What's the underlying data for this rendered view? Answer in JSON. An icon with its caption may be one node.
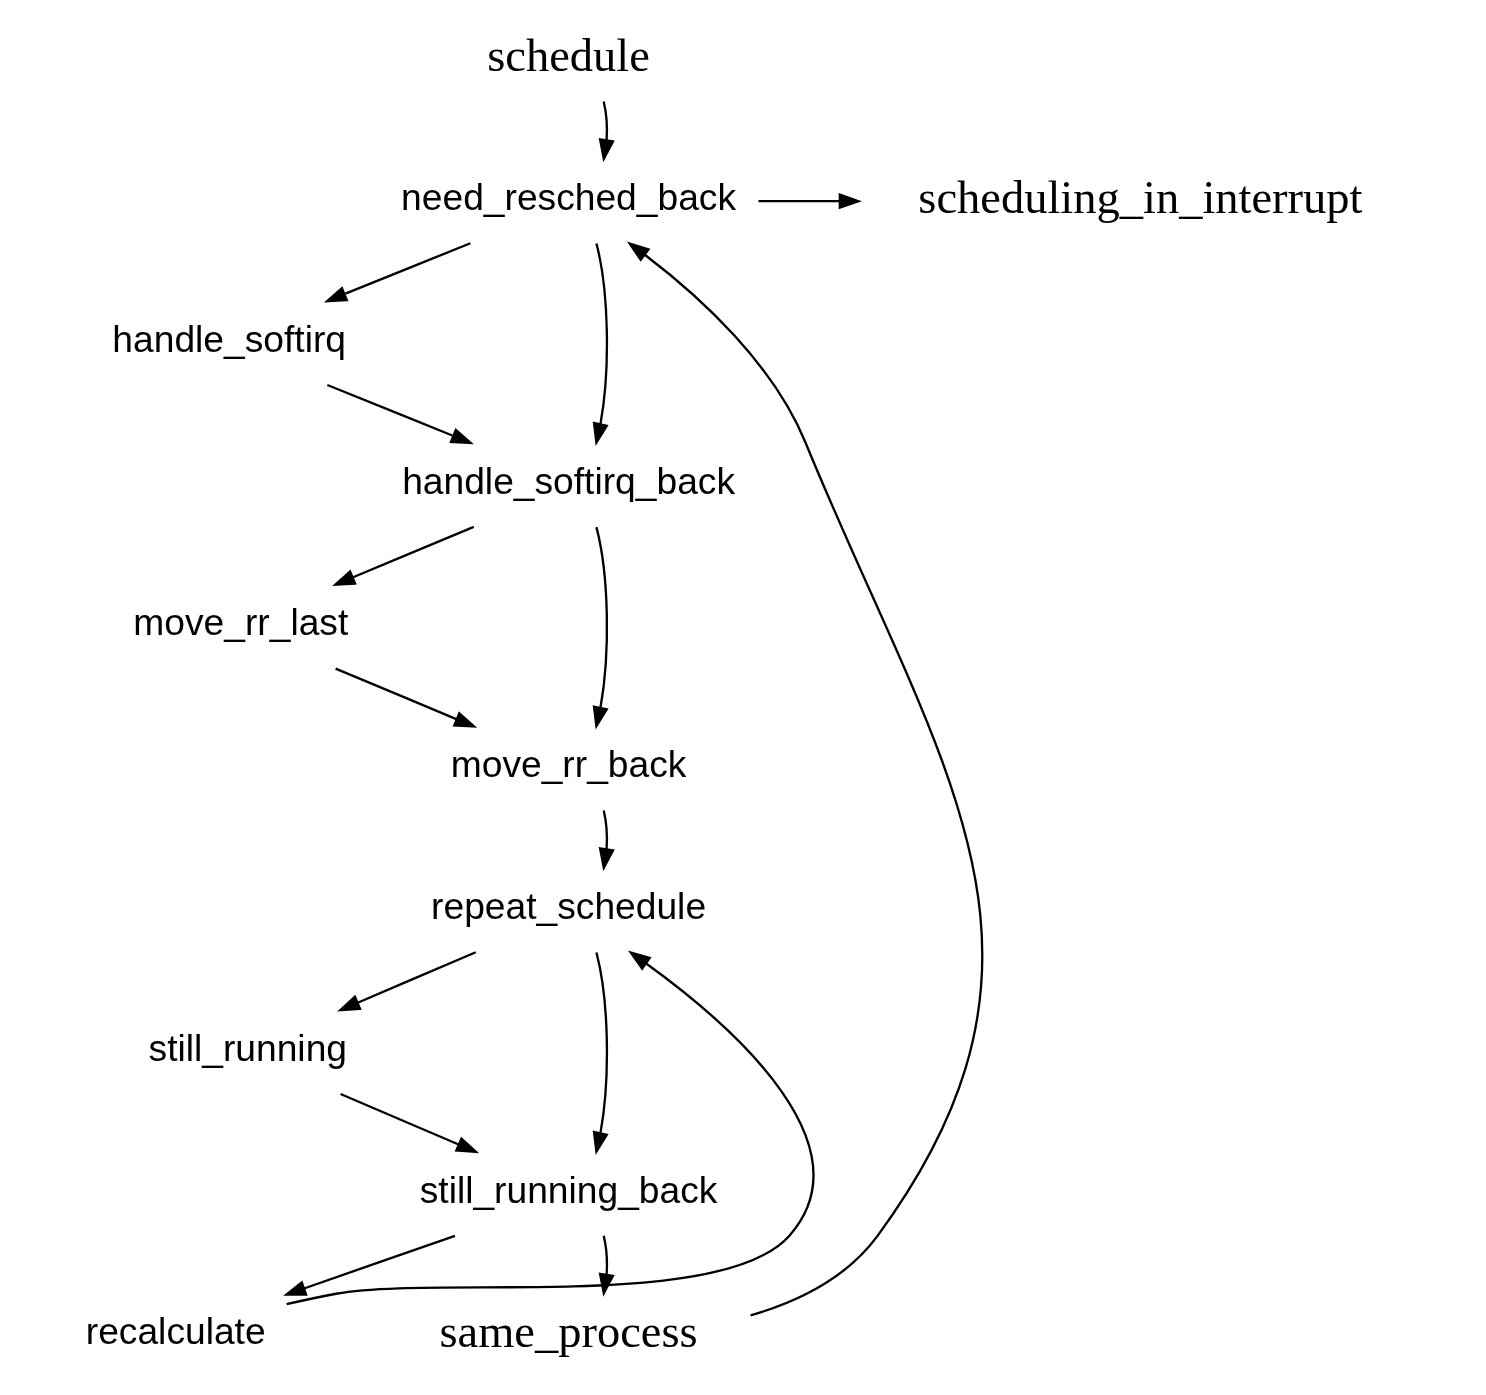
{
  "diagram": {
    "nodes": [
      {
        "text": [
          "schedule"
        ]
      },
      {
        "text": [
          "need_resched_back"
        ]
      },
      {
        "text": [
          "scheduling_in_interrupt"
        ]
      },
      {
        "text": [
          "handle_softirq"
        ]
      },
      {
        "text": [
          "handle_softirq_back"
        ]
      },
      {
        "text": [
          "move_rr_last"
        ]
      },
      {
        "text": [
          "move_rr_back"
        ]
      },
      {
        "text": [
          "repeat_schedule"
        ]
      },
      {
        "text": [
          "still_running"
        ]
      },
      {
        "text": [
          "still_running_back"
        ]
      },
      {
        "text": [
          "recalculate"
        ]
      },
      {
        "text": [
          "same_process"
        ]
      }
    ],
    "edges": [
      {
        "from": 0,
        "to": 1,
        "arrow": "to"
      },
      {
        "from": 1,
        "to": 2,
        "arrow": "to"
      },
      {
        "from": 1,
        "to": 3,
        "arrow": "to"
      },
      {
        "from": 3,
        "to": 4,
        "arrow": "to"
      },
      {
        "from": 1,
        "to": 4,
        "arrow": "to"
      },
      {
        "from": 4,
        "to": 5,
        "arrow": "to"
      },
      {
        "from": 5,
        "to": 6,
        "arrow": "to"
      },
      {
        "from": 4,
        "to": 6,
        "arrow": "to"
      },
      {
        "from": 6,
        "to": 7,
        "arrow": "to"
      },
      {
        "from": 7,
        "to": 8,
        "arrow": "to"
      },
      {
        "from": 8,
        "to": 9,
        "arrow": "to"
      },
      {
        "from": 7,
        "to": 9,
        "arrow": "to"
      },
      {
        "from": 9,
        "to": 10,
        "arrow": "to"
      },
      {
        "from": 10,
        "to": 7,
        "arrow": "to"
      },
      {
        "from": 9,
        "to": 11,
        "arrow": "to"
      },
      {
        "from": 11,
        "to": 1,
        "arrow": "to"
      }
    ]
  }
}
